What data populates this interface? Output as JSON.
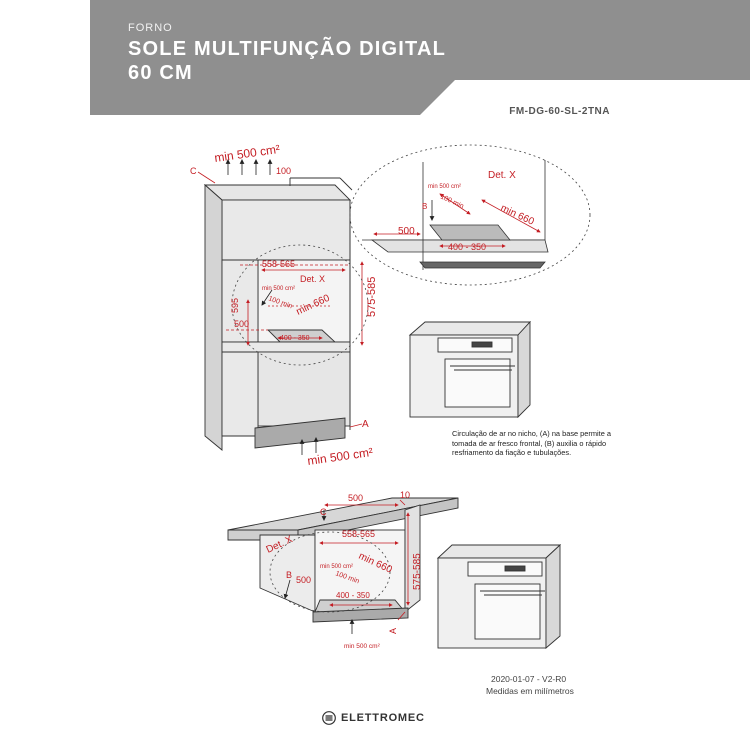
{
  "header": {
    "category": "FORNO",
    "title": "SOLE MULTIFUNÇÃO DIGITAL 60 CM",
    "model_code": "FM-DG-60-SL-2TNA",
    "band_color": "#8f8f8f"
  },
  "labels": {
    "vent_area": "min 500 cm²",
    "vent_area_small": "min 500 cm²",
    "dim_100": "100",
    "dim_500": "500",
    "dim_10": "10",
    "dim_595": "595",
    "dim_558_565": "558-565",
    "dim_575_585": "575-585",
    "dim_min_660": "min 660",
    "dim_100_min": "100 min",
    "dim_400_350": "400 - 350",
    "detail": "Det. X",
    "letter_a": "A",
    "letter_b": "B",
    "letter_c": "C"
  },
  "note": "Circulação de ar no nicho, (A) na base permite a tomada de ar fresco frontal, (B) auxilia o rápido resfriamento da fiação e tubulações.",
  "footer": {
    "date_version": "2020-01-07 - V2-R0",
    "units": "Medidas em milímetros",
    "brand": "ELETTROMEC"
  },
  "colors": {
    "accent": "#c41e24",
    "line": "#333333"
  }
}
